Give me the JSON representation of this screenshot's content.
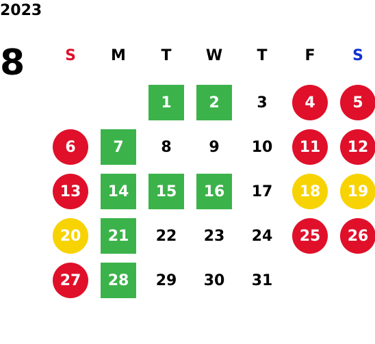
{
  "calendar": {
    "year": "2023",
    "month": "8",
    "weekdays": [
      {
        "label": "S",
        "color": "#e0102a"
      },
      {
        "label": "M",
        "color": "#000000"
      },
      {
        "label": "T",
        "color": "#000000"
      },
      {
        "label": "W",
        "color": "#000000"
      },
      {
        "label": "T",
        "color": "#000000"
      },
      {
        "label": "F",
        "color": "#000000"
      },
      {
        "label": "S",
        "color": "#1030d0"
      }
    ],
    "first_weekday_index": 2,
    "days": [
      {
        "day": "1",
        "style": "green"
      },
      {
        "day": "2",
        "style": "green"
      },
      {
        "day": "3",
        "style": "plain"
      },
      {
        "day": "4",
        "style": "red"
      },
      {
        "day": "5",
        "style": "red"
      },
      {
        "day": "6",
        "style": "red"
      },
      {
        "day": "7",
        "style": "green"
      },
      {
        "day": "8",
        "style": "plain"
      },
      {
        "day": "9",
        "style": "plain"
      },
      {
        "day": "10",
        "style": "plain"
      },
      {
        "day": "11",
        "style": "red"
      },
      {
        "day": "12",
        "style": "red"
      },
      {
        "day": "13",
        "style": "red"
      },
      {
        "day": "14",
        "style": "green"
      },
      {
        "day": "15",
        "style": "green"
      },
      {
        "day": "16",
        "style": "green"
      },
      {
        "day": "17",
        "style": "plain"
      },
      {
        "day": "18",
        "style": "yellow"
      },
      {
        "day": "19",
        "style": "yellow"
      },
      {
        "day": "20",
        "style": "yellow"
      },
      {
        "day": "21",
        "style": "green"
      },
      {
        "day": "22",
        "style": "plain"
      },
      {
        "day": "23",
        "style": "plain"
      },
      {
        "day": "24",
        "style": "plain"
      },
      {
        "day": "25",
        "style": "red"
      },
      {
        "day": "26",
        "style": "red"
      },
      {
        "day": "27",
        "style": "red"
      },
      {
        "day": "28",
        "style": "green"
      },
      {
        "day": "29",
        "style": "plain"
      },
      {
        "day": "30",
        "style": "plain"
      },
      {
        "day": "31",
        "style": "plain"
      }
    ],
    "colors": {
      "green": "#3bb34a",
      "red": "#e0102a",
      "yellow": "#f7d304"
    }
  }
}
